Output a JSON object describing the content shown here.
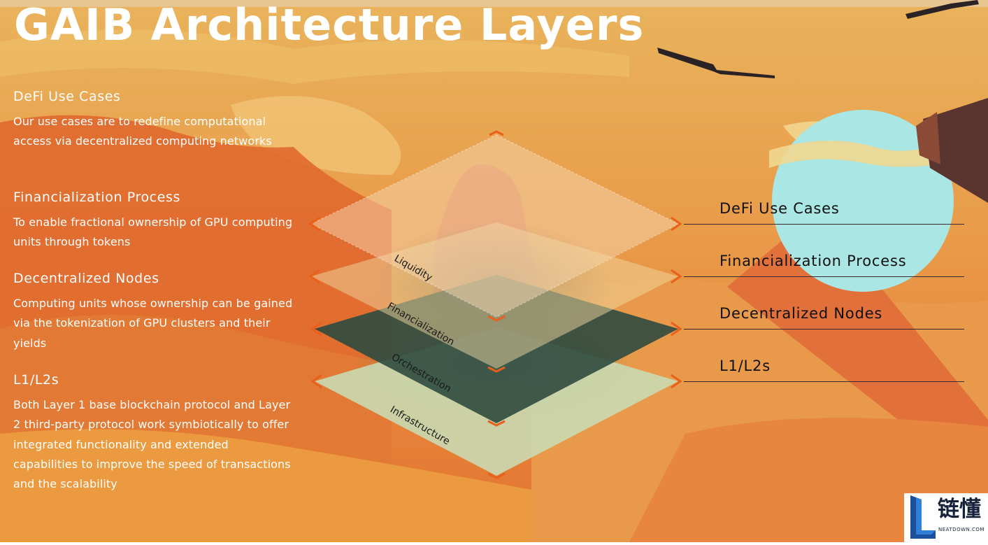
{
  "title": "GAIB Architecture Layers",
  "sections": [
    {
      "heading": "DeFi Use Cases",
      "text": "Our use cases are to redefine computational access via decentralized computing networks"
    },
    {
      "heading": "Financialization Process",
      "text": "To enable fractional ownership of GPU computing units through tokens"
    },
    {
      "heading": "Decentralized Nodes",
      "text": "Computing units whose ownership can be gained via the tokenization of GPU clusters and their yields"
    },
    {
      "heading": "L1/L2s",
      "text": "Both Layer 1 base blockchain protocol and Layer 2 third-party protocol work symbiotically to offer integrated functionality and extended capabilities to improve the speed of transactions and the scalability"
    }
  ],
  "diagram": {
    "layer_labels": [
      "Liquidity",
      "Financialization",
      "Orchestration",
      "Infrastructure"
    ],
    "right_labels": [
      "DeFi Use Cases",
      "Financialization Process",
      "Decentralized Nodes",
      "L1/L2s"
    ]
  },
  "logo": {
    "chinese_text": "链懂",
    "english_text": "NEATDOWN.COM"
  },
  "colors": {
    "accent": "#e8601a",
    "sky_orange": "#e89a45",
    "sun": "#a9e6e4",
    "dark_layer": "#2e4a40",
    "light_layer": "#c8dcb4"
  }
}
